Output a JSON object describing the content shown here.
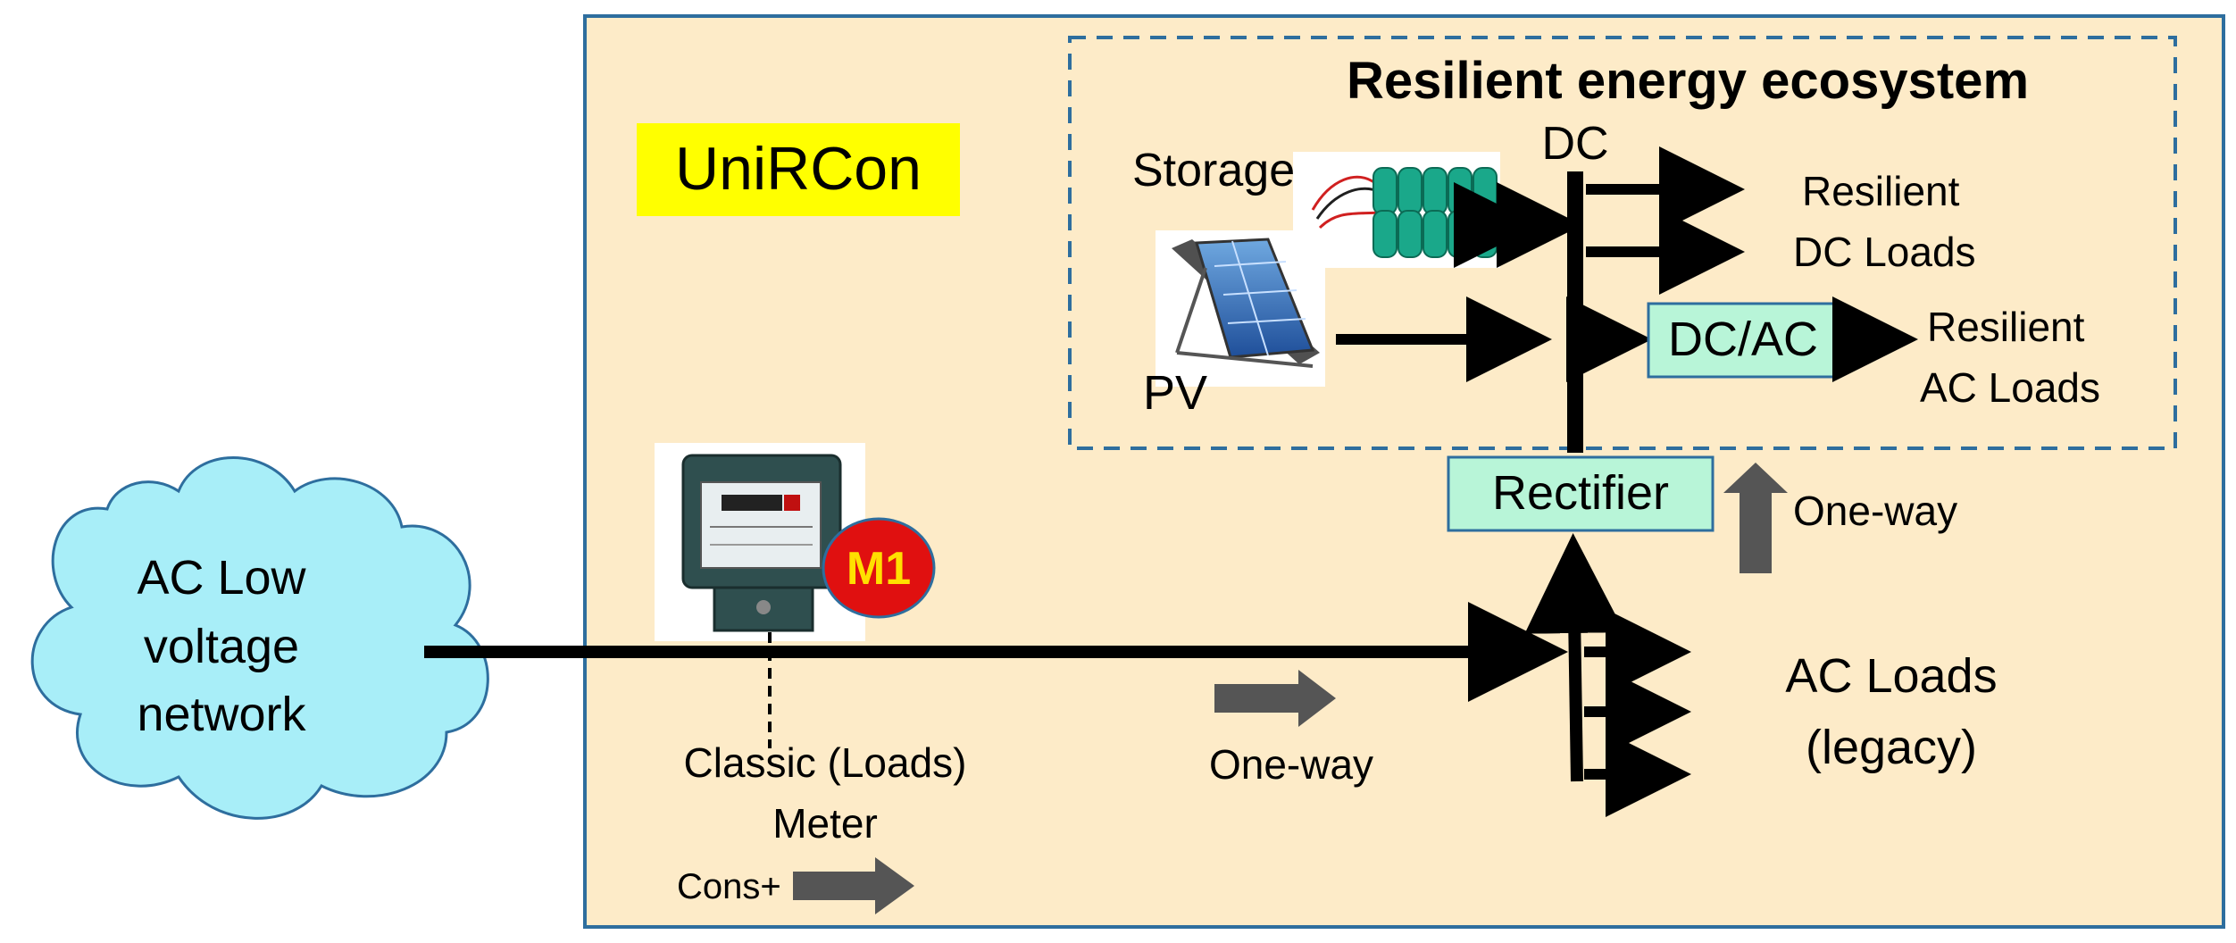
{
  "unircon_label": "UniRCon",
  "cloud_lines": [
    "AC Low",
    "voltage",
    "network"
  ],
  "ecosystem_title": "Resilient energy ecosystem",
  "dc_bus_label": "DC",
  "storage_label": "Storage",
  "pv_label": "PV",
  "resilient_dc_loads": [
    "Resilient",
    "DC Loads"
  ],
  "dcac_label": "DC/AC",
  "resilient_ac_loads": [
    "Resilient",
    "AC Loads"
  ],
  "rectifier_label": "Rectifier",
  "oneway_up_label": "One-way",
  "meter_badge": "M1",
  "meter_caption": [
    "Classic (Loads)",
    "Meter"
  ],
  "cons_label": "Cons+",
  "oneway_right_label": "One-way",
  "ac_loads": [
    "AC Loads",
    "(legacy)"
  ],
  "colors": {
    "panel_fill": "#FDEBC8",
    "panel_border": "#2E6E9E",
    "cloud_fill": "#A8EEF8",
    "cloud_stroke": "#2E6E9E",
    "unircon_bg": "#FFFF00",
    "box_fill": "#B8F5D8",
    "box_stroke": "#2E6E9E",
    "gray_arrow": "#555555",
    "badge_fill": "#E01010",
    "badge_text": "#FFE000"
  }
}
